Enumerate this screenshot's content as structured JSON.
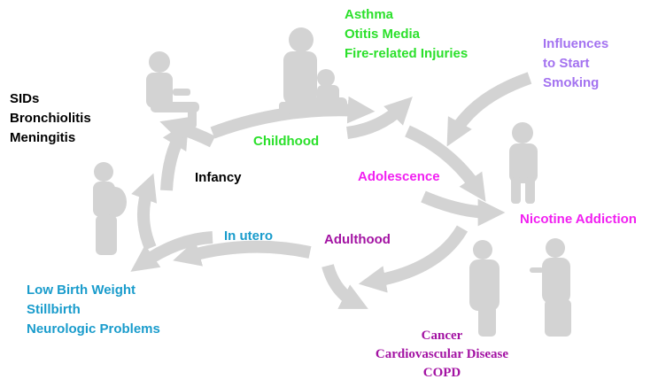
{
  "colors": {
    "shape": "#d3d3d3",
    "infancy": "#000000",
    "childhood": "#2be02b",
    "adolescence": "#f11ff1",
    "adulthood": "#a313a3",
    "in_utero": "#1a9ccc",
    "influences": "#a372f0"
  },
  "stages": {
    "infancy": "Infancy",
    "childhood": "Childhood",
    "adolescence": "Adolescence",
    "adulthood": "Adulthood",
    "in_utero": "In utero"
  },
  "outcomes": {
    "infancy": [
      "SIDs",
      "Bronchiolitis",
      "Meningitis"
    ],
    "childhood": [
      "Asthma",
      "Otitis Media",
      "Fire-related Injuries"
    ],
    "influences": [
      "Influences",
      "to Start",
      "Smoking"
    ],
    "adolescence": "Nicotine Addiction",
    "in_utero": [
      "Low Birth Weight",
      "Stillbirth",
      "Neurologic Problems"
    ],
    "adulthood": [
      "Cancer",
      "Cardiovascular Disease",
      "COPD"
    ]
  },
  "figures": [
    "seated-child-figure",
    "seated-adult-with-child-figure",
    "standing-adolescent-figure",
    "two-adults-talking-figure",
    "pregnant-woman-figure"
  ]
}
